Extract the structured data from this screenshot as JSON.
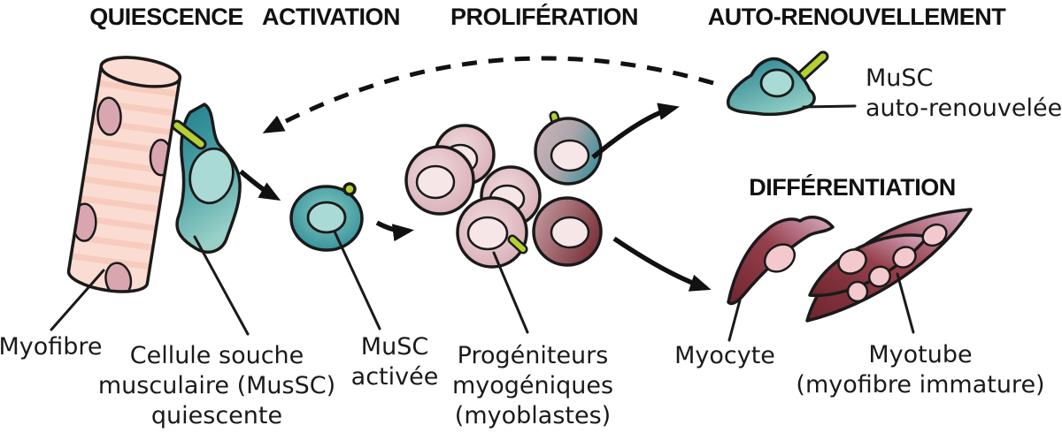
{
  "stages": {
    "quiescence": "QUIESCENCE",
    "activation": "ACTIVATION",
    "proliferation": "PROLIFÉRATION",
    "auto_renouvellement": "AUTO-RENOUVELLEMENT",
    "differentiation": "DIFFÉRENTIATION"
  },
  "labels": {
    "myofibre": "Myofibre",
    "quiescent_cell": {
      "lines": [
        "Cellule souche",
        "musculaire (MusSC)",
        "quiescente"
      ]
    },
    "activated_musc": {
      "lines": [
        "MuSC",
        "activée"
      ]
    },
    "progenitors": {
      "lines": [
        "Progéniteurs",
        "myogéniques",
        "(myoblastes)"
      ]
    },
    "myocyte": "Myocyte",
    "myotube": {
      "lines": [
        "Myotube",
        "(myofibre immature)"
      ]
    },
    "self_renewed_musc": {
      "lines": [
        "MuSC",
        "auto-renouvelée"
      ]
    }
  },
  "colors": {
    "outline": "#1a1a1a",
    "arrow": "#111111",
    "fibre_body": "#fbdcd2",
    "fibre_stripe": "#f6c8ba",
    "fibre_nucleus": "#d9a6b0",
    "teal_dark": "#1f7e8d",
    "teal_mid": "#4fa3a6",
    "teal_light": "#98d0c8",
    "teal_nucleus": "#a9dad6",
    "pink_body": "#d5a9b1",
    "pink_body_light": "#f0d9db",
    "pink_nucleus": "#f7e6e8",
    "maroon_dark": "#6f262e",
    "maroon_tip": "#d9aec5",
    "maroon_nucleus": "#f3c9ce",
    "green_marker": "#b5d033"
  }
}
